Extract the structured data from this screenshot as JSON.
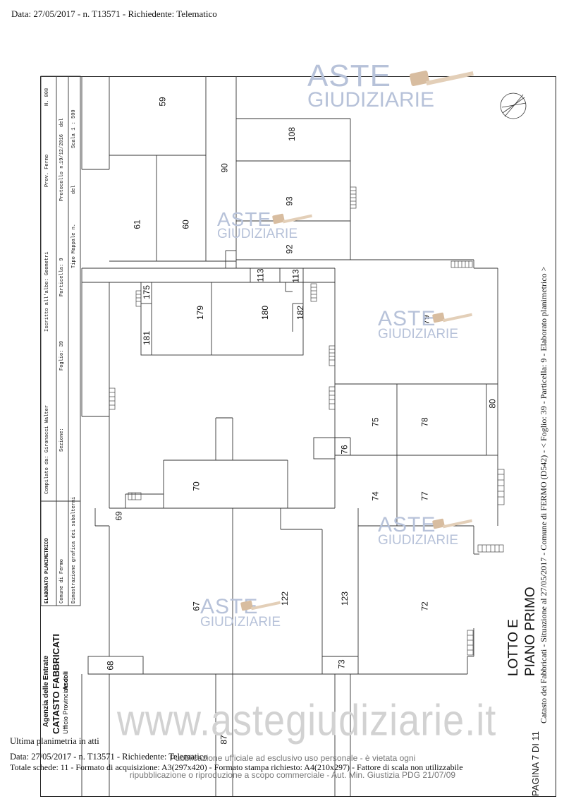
{
  "header": {
    "data_line": "Data: 27/05/2017 - n. T13571 - Richiedente: Telematico"
  },
  "cartiglio": {
    "title": "ELABORATO PLANIMETRICO",
    "compilato": "Compilato da: Gironacci Walter",
    "iscritto": "Iscritto all'albo: Geometri",
    "prov": "Prov. Fermo",
    "n_albo": "N. 808",
    "comune": "Comune di Fermo",
    "sezione": "Sezione:",
    "foglio": "Foglio: 39",
    "particella": "Particella: 9",
    "protocollo": "Protocollo n.",
    "protocollo_date": "19/12/2016",
    "del1": "del",
    "dimostrazione": "Dimostrazione grafica dei subalterni",
    "tipo_mappale": "Tipo Mappale n.",
    "del2": "del",
    "scala": "Scala 1 : 500"
  },
  "agency": {
    "line1": "Agenzia delle Entrate",
    "line2": "CATASTO FABBRICATI",
    "line3": "Ufficio Provinciale di",
    "line4": "Ascoli"
  },
  "side_caption": "Catasto dei Fabbricati - Situazione al 27/05/2017 - Comune di FERMO (D542) - < Foglio: 39 - Particella: 9 - Elaborato planimetrico >",
  "lotto": {
    "line1": "LOTTO E",
    "line2": "PIANO PRIMO"
  },
  "page_label": "PAGINA 7 DI 11",
  "rooms": [
    "59",
    "108",
    "90",
    "93",
    "61",
    "60",
    "92",
    "113",
    "113",
    "175",
    "179",
    "180",
    "182",
    "79",
    "181",
    "80",
    "75",
    "78",
    "76",
    "70",
    "74",
    "77",
    "69",
    "67",
    "122",
    "123",
    "72",
    "68",
    "73",
    "87"
  ],
  "watermark": {
    "word1": "ASTE",
    "word2": "GIUDIZIARIE",
    "url": "www.astegiudiziarie.it",
    "notice1": "Pubblicazione ufficiale ad esclusivo uso personale - è vietata ogni",
    "notice2": "ripubblicazione o riproduzione a scopo commerciale - Aut. Min. Giustizia PDG 21/07/09"
  },
  "footer": {
    "ultima": "Ultima planimetria in atti",
    "data_line": "Data: 27/05/2017 - n. T13571 - Richiedente: Telematico",
    "totale": "Totale schede: 11 - Formato di acquisizione: A3(297x420) - Formato stampa richiesto: A4(210x297) - Fattore di scala non utilizzabile"
  }
}
